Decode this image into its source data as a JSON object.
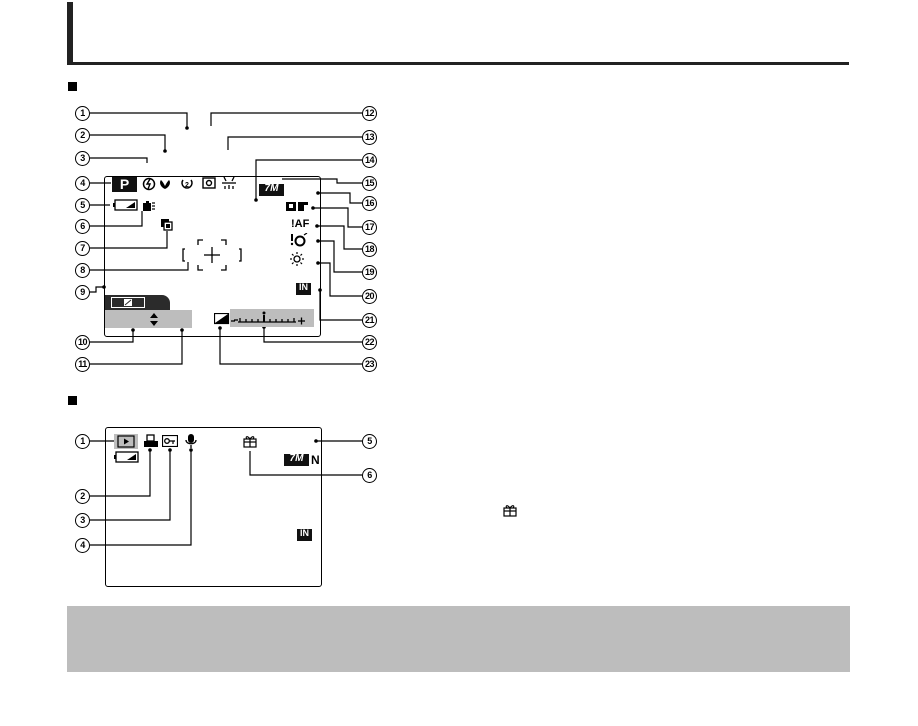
{
  "shooting_mode": {
    "callouts": [
      "1",
      "2",
      "3",
      "4",
      "5",
      "6",
      "7",
      "8",
      "9",
      "10",
      "11",
      "12",
      "13",
      "14",
      "15",
      "16",
      "17",
      "18",
      "19",
      "20",
      "21",
      "22",
      "23"
    ],
    "icons": {
      "program_mode": "P",
      "image_size": "7M",
      "af_warning": "!AF",
      "internal_memory": "IN"
    }
  },
  "playback_mode": {
    "callouts": [
      "1",
      "2",
      "3",
      "4",
      "5",
      "6"
    ],
    "icons": {
      "image_size": "7M",
      "quality": "N",
      "internal_memory": "IN"
    }
  }
}
